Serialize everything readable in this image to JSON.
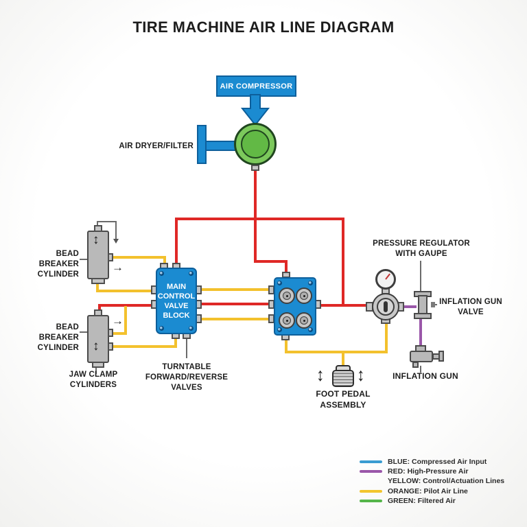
{
  "title": "TIRE MACHINE AIR LINE DIAGRAM",
  "glyphs": {
    "up_down_arrow": "↕",
    "right_arrow": "→"
  },
  "components": {
    "air_compressor": {
      "label": "AIR COMPRESSOR"
    },
    "air_dryer_filter": {
      "label": "AIR DRYER/FILTER"
    },
    "bead_breaker_cylinder_top": {
      "label_lines": [
        "BEAD BREAKER",
        "CYLINDER"
      ]
    },
    "bead_breaker_cylinder_bottom": {
      "label_lines": [
        "BEAD BREAKER",
        "CYLINDER"
      ]
    },
    "jaw_clamp_cylinders": {
      "label_lines": [
        "JAW CLAMP",
        "CYLINDERS"
      ]
    },
    "main_control_valve_block": {
      "label_lines": [
        "MAIN",
        "CONTROL",
        "VALVE",
        "BLOCK"
      ]
    },
    "turntable_valves": {
      "label_lines": [
        "TURNTABLE",
        "FORWARD/REVERSE",
        "VALVES"
      ]
    },
    "pressure_regulator": {
      "label_lines": [
        "PRESSURE REGULATOR",
        "WITH GAUPE"
      ]
    },
    "inflation_gun_valve": {
      "label_lines": [
        "INFLATION GUN",
        "VALVE"
      ]
    },
    "inflation_gun": {
      "label": "INFLATION GUN"
    },
    "foot_pedal": {
      "label_lines": [
        "FOOT PEDAL",
        "ASSEMBLY"
      ]
    }
  },
  "legend": {
    "items": [
      {
        "label": "BLUE: Compressed Air Input",
        "swatch_color": "#3a9cd1"
      },
      {
        "label": "RED: High-Pressure Air",
        "swatch_color": "#9a57a9"
      },
      {
        "label": "YELLOW: Control/Actuation Lines",
        "swatch_color": null
      },
      {
        "label": "ORANGE: Pilot Air Line",
        "swatch_color": "#f2c52e"
      },
      {
        "label": "GREEN: Filtered Air",
        "swatch_color": "#55b54a"
      }
    ]
  },
  "line_colors": {
    "red_line": "#df2826",
    "yellow_line": "#f3c12d",
    "purple_line": "#9a57a9",
    "component_blue": "#1b8bd1",
    "filter_green": "#6cc04e"
  }
}
